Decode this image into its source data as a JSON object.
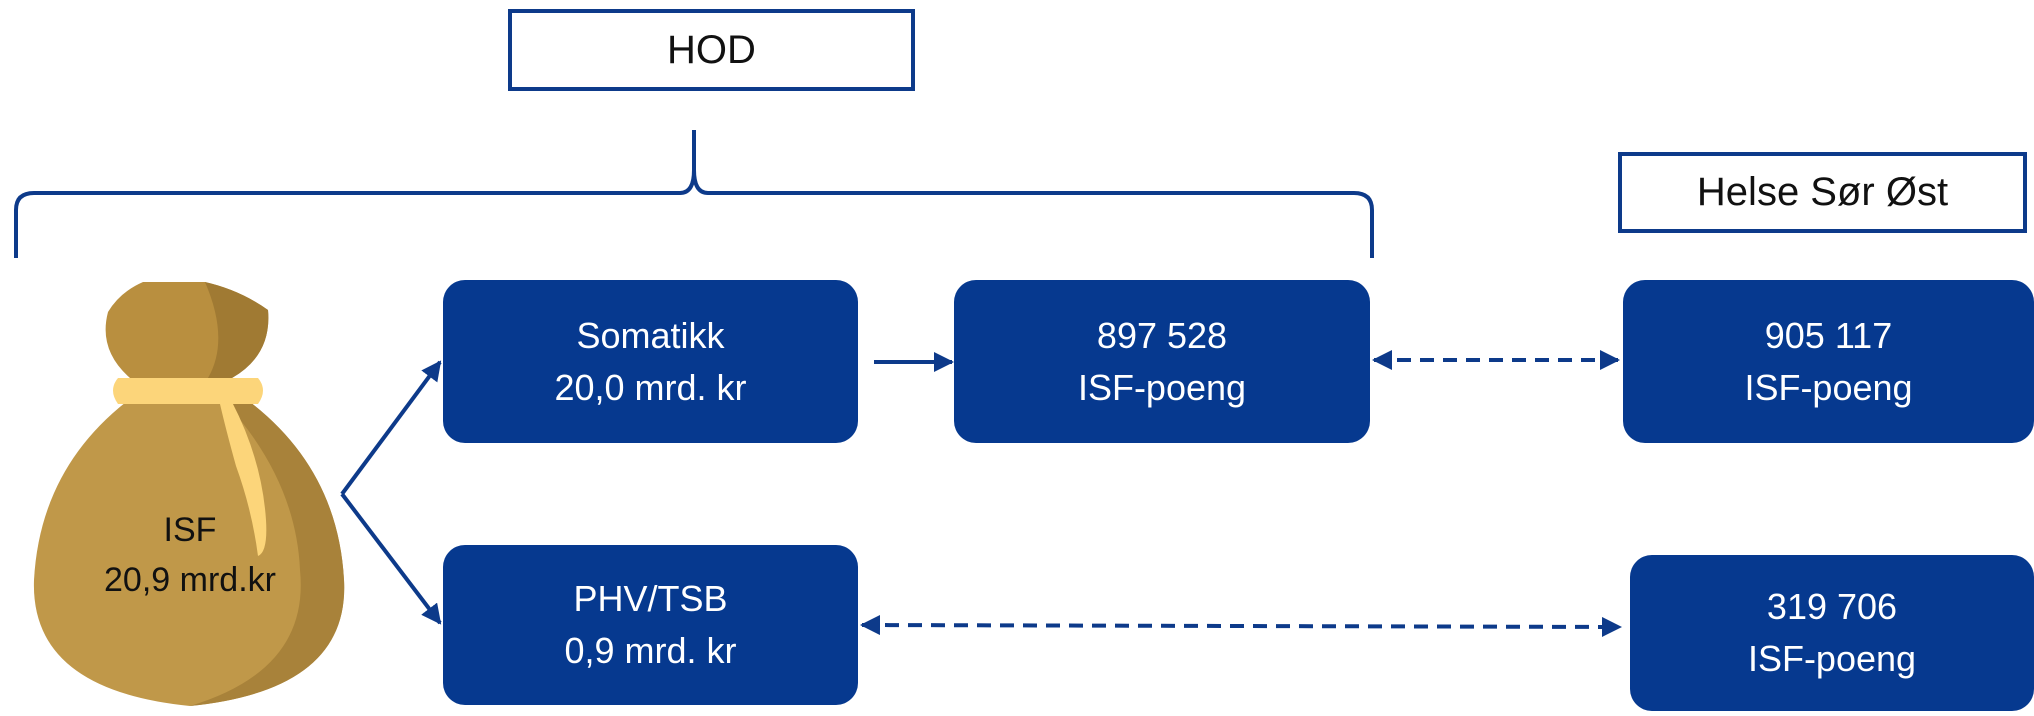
{
  "hod": {
    "label": "HOD"
  },
  "helse": {
    "label": "Helse Sør Øst"
  },
  "bag": {
    "line1": "ISF",
    "line2": "20,9 mrd.kr"
  },
  "somatikk": {
    "line1": "Somatikk",
    "line2": "20,0 mrd. kr"
  },
  "phv": {
    "line1": "PHV/TSB",
    "line2": "0,9 mrd. kr"
  },
  "hod_points": {
    "line1": "897 528",
    "line2": "ISF-poeng"
  },
  "hso_points_som": {
    "line1": "905 117",
    "line2": "ISF-poeng"
  },
  "hso_points_phv": {
    "line1": "319 706",
    "line2": "ISF-poeng"
  },
  "colors": {
    "box": "#06398f",
    "line": "#0d3a8a",
    "bag": "#c09849",
    "bag_tie": "#fcd57a"
  }
}
